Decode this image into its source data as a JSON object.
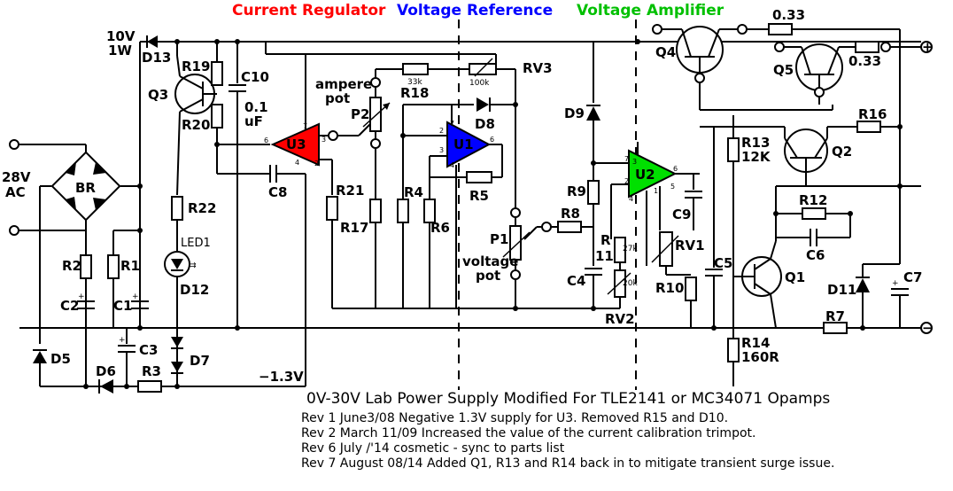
{
  "sections": {
    "current_regulator": {
      "label": "Current Regulator",
      "color": "#ff0000"
    },
    "voltage_reference": {
      "label": "Voltage Reference",
      "color": "#0000ff"
    },
    "voltage_amplifier": {
      "label": "Voltage Amplifier",
      "color": "#00c000"
    }
  },
  "labels": {
    "d13_rating_1": "10V",
    "d13_rating_2": "1W",
    "ac_1": "28V",
    "ac_2": "AC",
    "br": "BR",
    "neg_rail": "−1.3V",
    "ampere_pot_1": "ampere",
    "ampere_pot_2": "pot",
    "voltage_pot_1": "voltage",
    "voltage_pot_2": "pot",
    "r18_value": "33k",
    "rv3_value": "100k",
    "r11_value": "27k",
    "rv2_value": "20k",
    "c10_value_1": "0.1",
    "c10_value_2": "uF",
    "r13_value": "12K",
    "r14_value": "160R",
    "q4_resistor": "0.33",
    "q5_resistor": "0.33",
    "led1": "LED1",
    "plus": "+",
    "minus": "−"
  },
  "components": {
    "D13": "D13",
    "R19": "R19",
    "C10": "C10",
    "Q3": "Q3",
    "R20": "R20",
    "R22": "R22",
    "D12": "D12",
    "R2": "R2",
    "R1": "R1",
    "C2": "C2",
    "C1": "C1",
    "C3": "C3",
    "D5": "D5",
    "D6": "D6",
    "R3": "R3",
    "D7": "D7",
    "U3": "U3",
    "C8": "C8",
    "R21": "R21",
    "R17": "R17",
    "P2": "P2",
    "R18": "R18",
    "RV3": "RV3",
    "D8": "D8",
    "U1": "U1",
    "R4": "R4",
    "R6": "R6",
    "R5": "R5",
    "P1": "P1",
    "D9": "D9",
    "R9": "R9",
    "R8": "R8",
    "U2": "U2",
    "R11_a": "R",
    "R11_b": "11",
    "RV1": "RV1",
    "RV2": "RV2",
    "R10": "R10",
    "C4": "C4",
    "C9": "C9",
    "C5": "C5",
    "Q1": "Q1",
    "Q4": "Q4",
    "Q5": "Q5",
    "Q2": "Q2",
    "R16": "R16",
    "R13": "R13",
    "R14": "R14",
    "R12": "R12",
    "C6": "C6",
    "D11": "D11",
    "C7": "C7",
    "R7": "R7"
  },
  "pins": {
    "u3_7": "7",
    "u3_6": "6",
    "u3_3": "3",
    "u3_2": "2",
    "u3_4": "4",
    "u1_7": "7",
    "u1_2": "2",
    "u1_3": "3",
    "u1_6": "6",
    "u1_4": "4",
    "u2_7": "7",
    "u2_3": "3",
    "u2_2": "2",
    "u2_6": "6",
    "u2_4": "4",
    "u2_5": "5",
    "u2_1": "1",
    "minus_sign": "−",
    "plus_sign": "+"
  },
  "notes": {
    "title": "0V-30V Lab Power Supply Modified For TLE2141 or MC34071 Opamps",
    "revisions": [
      "Rev 1  June3/08  Negative 1.3V supply for U3.  Removed R15 and D10.",
      "Rev 2  March 11/09  Increased the value of the current calibration trimpot.",
      "Rev 6  July /'14   cosmetic - sync to parts  list",
      "Rev 7  August 08/14  Added Q1, R13 and R14 back in to mitigate transient surge issue."
    ]
  }
}
